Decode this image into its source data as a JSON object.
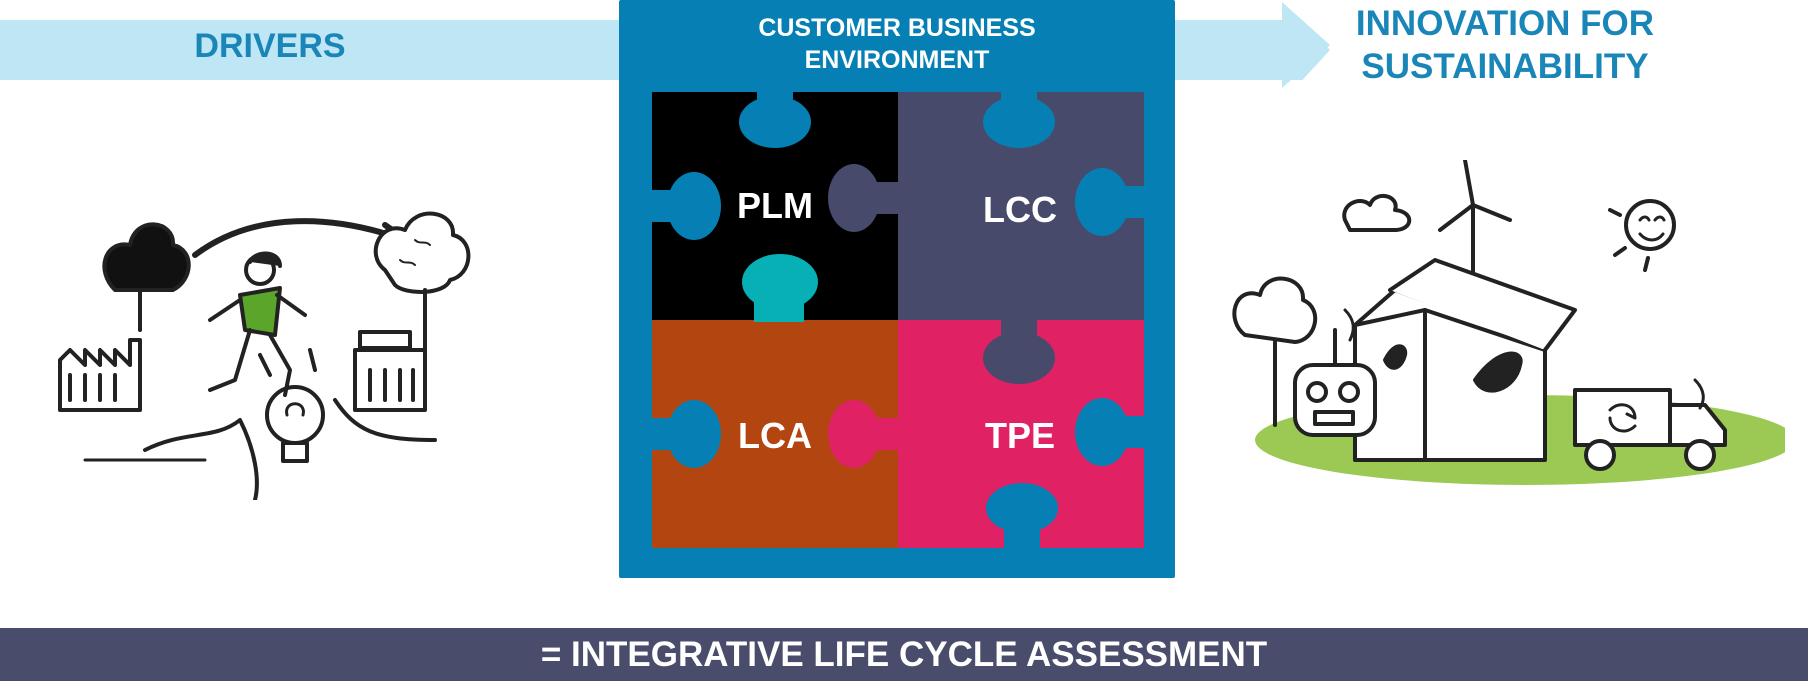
{
  "header": {
    "drivers_label": "DRIVERS",
    "innovation_line1": "INNOVATION FOR",
    "innovation_line2": "SUSTAINABILITY"
  },
  "frame": {
    "title_line1": "CUSTOMER BUSINESS",
    "title_line2": "ENVIRONMENT"
  },
  "puzzle": {
    "pieces": [
      {
        "label": "PLM",
        "color": "#000000"
      },
      {
        "label": "LCC",
        "color": "#474a6a"
      },
      {
        "label": "LCA",
        "color": "#b34511"
      },
      {
        "label": "TPE",
        "color": "#e02163"
      }
    ],
    "knob_colors": {
      "frame": "#0680b4",
      "teal": "#06b0b5"
    }
  },
  "footer": {
    "text": "= INTEGRATIVE LIFE CYCLE ASSESSMENT"
  },
  "colors": {
    "arrow": "#bfe6f5",
    "accent_blue": "#1a86b8",
    "footer_bg": "#4a4c6b",
    "grass": "#9bc953",
    "shirt": "#5aa52a"
  },
  "illustrations": {
    "left": "factory-to-tree-journey-illustration",
    "right": "sustainable-factory-illustration"
  }
}
